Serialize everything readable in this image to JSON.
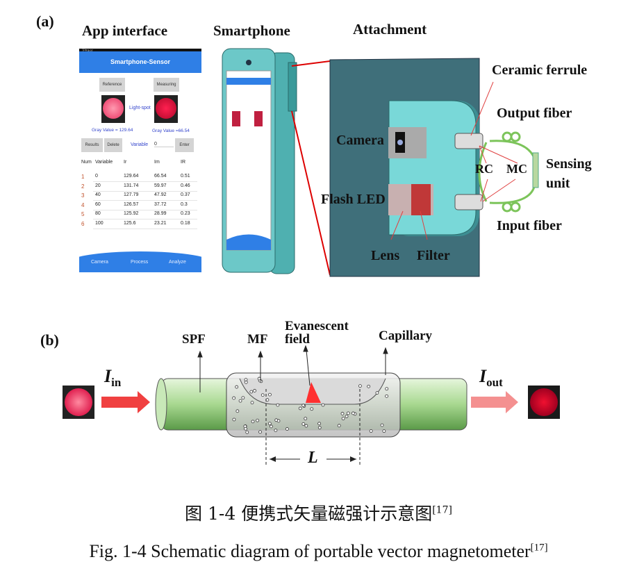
{
  "panel_a": {
    "label": "(a)",
    "titles": {
      "app": "App interface",
      "phone": "Smartphone",
      "attachment": "Attachment"
    },
    "app": {
      "status_time": "下午3:07",
      "title": "Smartphone-Sensor",
      "reference_button": "Reference",
      "measuring_button": "Measuring",
      "light_spot_label": "Light-spot",
      "gray_value_ref": "Gray Value = 129.64",
      "gray_value_meas": "Gray Value =66.54",
      "results_button": "Results",
      "delete_button": "Delete",
      "variable_label": "Variable",
      "variable_value": "0",
      "enter_button": "Enter",
      "table": {
        "headers": [
          "Num",
          "Variable",
          "Ir",
          "Im",
          "IR"
        ],
        "rows": [
          [
            "1",
            "0",
            "129.64",
            "66.54",
            "0.51"
          ],
          [
            "2",
            "20",
            "131.74",
            "59.97",
            "0.46"
          ],
          [
            "3",
            "40",
            "127.79",
            "47.92",
            "0.37"
          ],
          [
            "4",
            "60",
            "126.57",
            "37.72",
            "0.3"
          ],
          [
            "5",
            "80",
            "125.92",
            "28.99",
            "0.23"
          ],
          [
            "6",
            "100",
            "125.6",
            "23.21",
            "0.18"
          ]
        ]
      },
      "nav": [
        "Camera",
        "Process",
        "Analyze"
      ],
      "accent": "#2f7fe6"
    },
    "attachment_labels": {
      "ceramic_ferrule": "Ceramic ferrule",
      "output_fiber": "Output fiber",
      "camera": "Camera",
      "rc": "RC",
      "mc": "MC",
      "sensing": "Sensing",
      "unit": "unit",
      "flash_led": "Flash LED",
      "input_fiber": "Input fiber",
      "lens": "Lens",
      "filter": "Filter"
    }
  },
  "panel_b": {
    "label": "(b)",
    "spf": "SPF",
    "mf": "MF",
    "evanescent": "Evanescent",
    "field": "field",
    "capillary": "Capillary",
    "i_in": "I",
    "i_in_sub": "in",
    "i_out": "I",
    "i_out_sub": "out",
    "length": "L"
  },
  "caption": {
    "zh": "图 1-4  便携式矢量磁强计示意图",
    "zh_ref": "[17]",
    "en": "Fig. 1-4 Schematic diagram of portable vector magnetometer",
    "en_ref": "[17]"
  }
}
